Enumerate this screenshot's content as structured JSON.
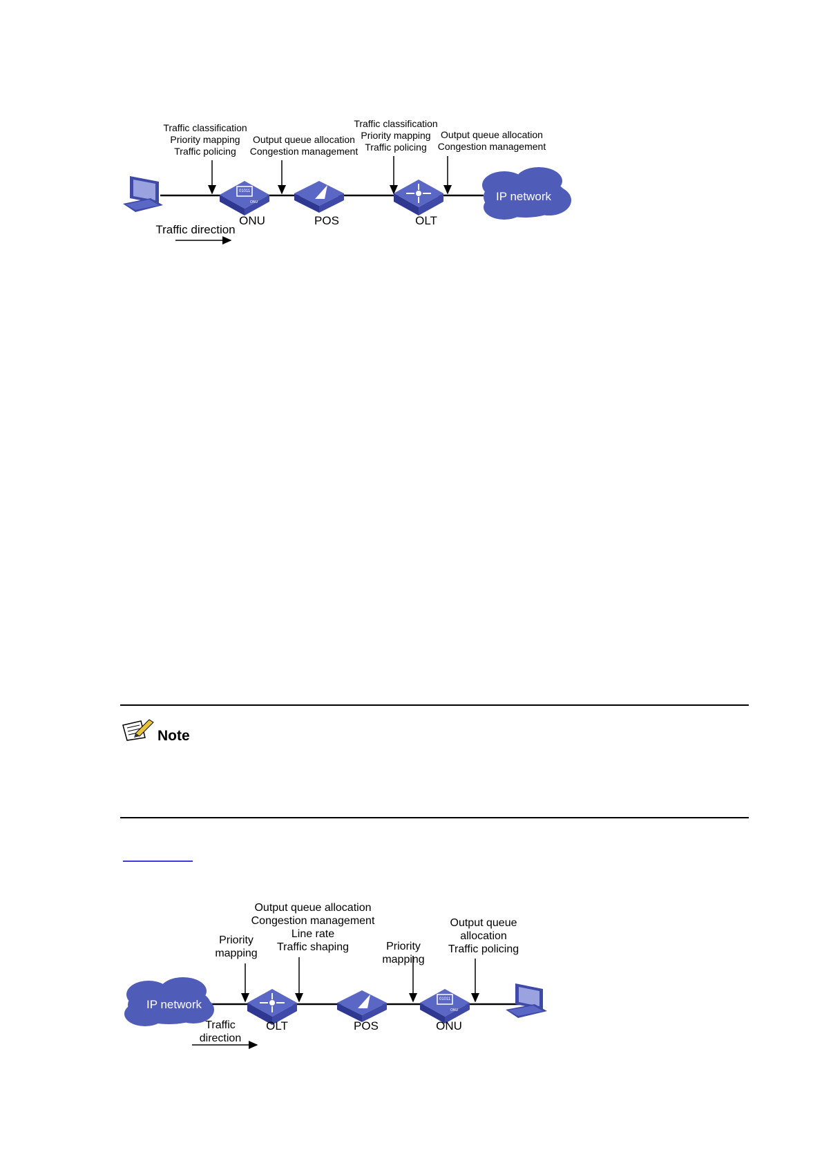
{
  "upstream": {
    "onu_ingress": [
      "Traffic classification",
      "Priority mapping",
      "Traffic policing"
    ],
    "onu_egress": [
      "Output queue allocation",
      "Congestion management"
    ],
    "olt_ingress": [
      "Traffic classification",
      "Priority mapping",
      "Traffic policing"
    ],
    "olt_egress": [
      "Output queue allocation",
      "Congestion management"
    ],
    "devices": {
      "onu": "ONU",
      "pos": "POS",
      "olt": "OLT",
      "cloud": "IP network"
    },
    "direction": "Traffic direction"
  },
  "note": {
    "title": "Note"
  },
  "downstream": {
    "olt_ingress": [
      "Priority",
      "mapping"
    ],
    "olt_egress": [
      "Output queue allocation",
      "Congestion management",
      "Line rate",
      "Traffic shaping"
    ],
    "onu_ingress": [
      "Priority",
      "mapping"
    ],
    "onu_egress": [
      "Output queue",
      "allocation",
      "Traffic policing"
    ],
    "devices": {
      "cloud": "IP network",
      "olt": "OLT",
      "pos": "POS",
      "onu": "ONU"
    },
    "direction": [
      "Traffic",
      "direction"
    ]
  },
  "colors": {
    "device": "#3f4aa8",
    "device_light": "#5b67c4",
    "cloud": "#4f5cb8"
  }
}
